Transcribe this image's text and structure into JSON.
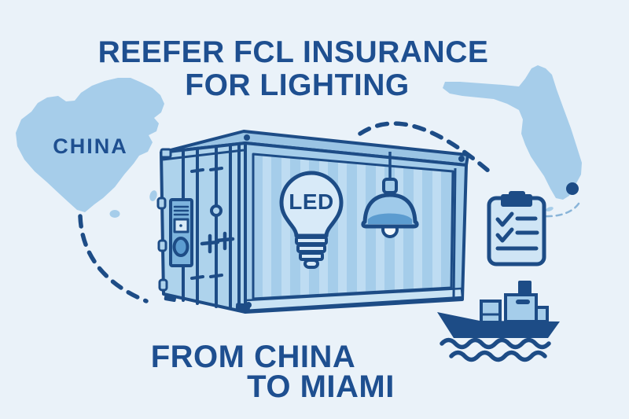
{
  "title": {
    "line1": "REEFER FCL INSURANCE",
    "line2": "FOR LIGHTING"
  },
  "labels": {
    "origin_map": "CHINA",
    "bulb": "LED"
  },
  "route_text": {
    "line1": "FROM CHINA",
    "line2": "TO MIAMI"
  },
  "icons": {
    "origin_map": "china-map",
    "destination_map": "florida-map",
    "destination_marker": "miami-dot",
    "container": "reefer-container",
    "container_panel": "reefer-control-panel",
    "bulb": "led-bulb",
    "lamp": "pendant-lamp",
    "clipboard": "checklist-clipboard",
    "ship": "cargo-ship",
    "route": "dashed-route"
  },
  "colors": {
    "background": "#eaf2f9",
    "outline_dark": "#1d4c86",
    "text_dark": "#1e4f90",
    "map_fill": "#a6cdea",
    "container_top": "#9ac4e4",
    "container_side": "#a5cdea",
    "container_stripe": "#bedcf2",
    "container_front": "#aed3ec",
    "rail_light": "#c9e3f4",
    "panel_fill": "#7db4dd",
    "panel_inner": "#5c9cd0",
    "bulb_fill": "#d8eaf8",
    "lamp_shade": "#9fcaea",
    "lamp_inner": "#5c9cd0",
    "lamp_bulb": "#f2f8fd",
    "clipboard_fill": "#cfe5f5",
    "ship_light": "#a5cdea",
    "dash_light": "#8ab5d9"
  }
}
